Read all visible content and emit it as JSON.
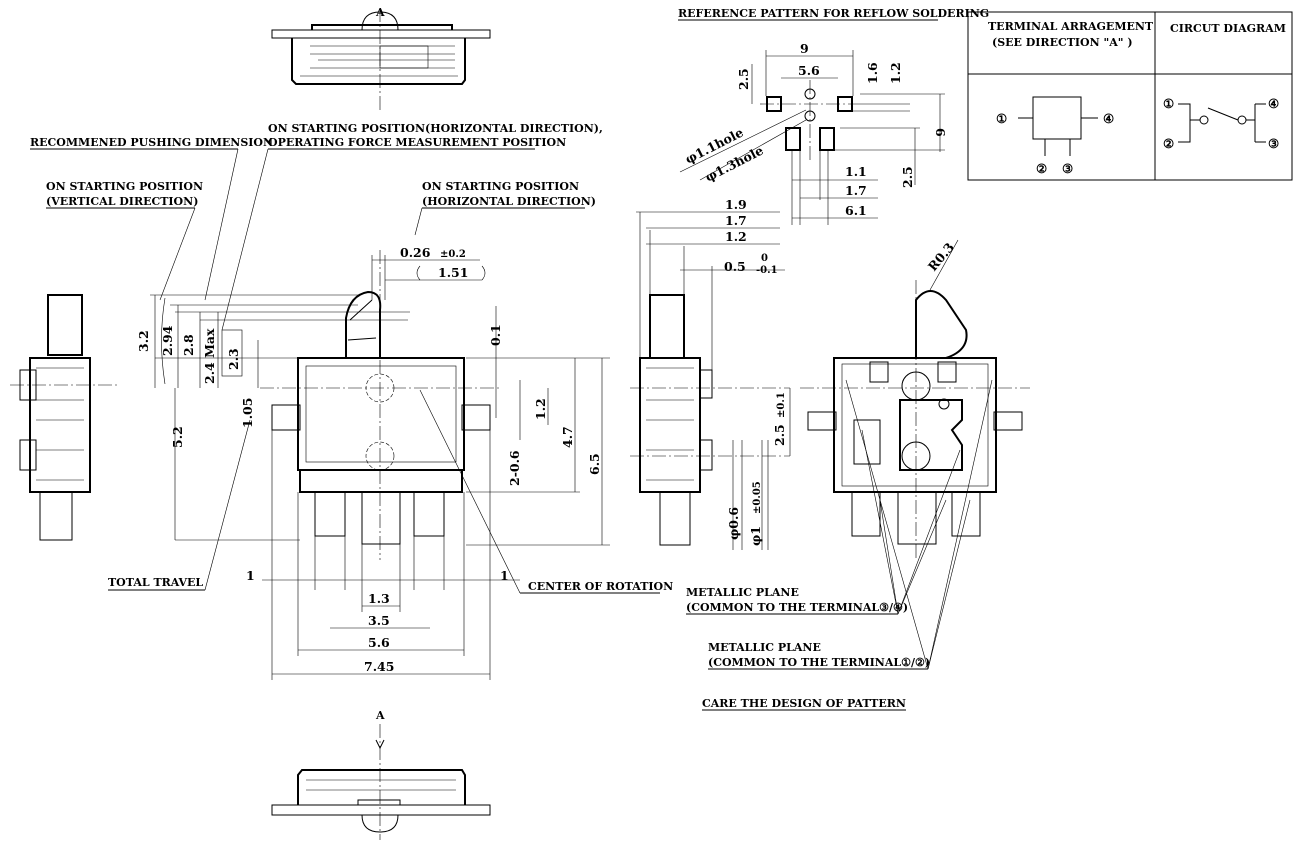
{
  "labels": {
    "reference_pattern": "REFERENCE PATTERN FOR REFLOW SOLDERING",
    "terminal_arrangement_1": "TERMINAL ARRAGEMENT",
    "terminal_arrangement_2": "(SEE DIRECTION \"A\" )",
    "circuit_diagram": "CIRCUT DIAGRAM",
    "recommended_pushing": "RECOMMENED PUSHING DIMENSION",
    "start_horiz_force_1": "ON STARTING POSITION(HORIZONTAL DIRECTION),",
    "start_horiz_force_2": "OPERATING FORCE MEASUREMENT POSITION",
    "start_vertical_1": "ON STARTING POSITION",
    "start_vertical_2": "(VERTICAL DIRECTION)",
    "start_horizontal_1": "ON STARTING POSITION",
    "start_horizontal_2": "(HORIZONTAL DIRECTION)",
    "total_travel": "TOTAL TRAVEL",
    "center_of_rotation": "CENTER OF ROTATION",
    "metallic_34_1": "METALLIC PLANE",
    "metallic_34_2": "(COMMON TO THE TERMINAL③/④)",
    "metallic_12_1": "METALLIC PLANE",
    "metallic_12_2": "(COMMON TO THE TERMINAL①/②)",
    "care_design": "CARE THE DESIGN OF PATTERN",
    "hole_11": "φ1.1hole",
    "hole_13": "φ1.3hole",
    "view_a_top": "A",
    "view_a_bottom": "A"
  },
  "terminals": {
    "t1": "①",
    "t2": "②",
    "t3": "③",
    "t4": "④"
  },
  "dims": {
    "d_9": "9",
    "d_5_6_top": "5.6",
    "d_2_5_top": "2.5",
    "d_1_6": "1.6",
    "d_1_2_top": "1.2",
    "d_6": "6",
    "d_2_5_side": "2.5",
    "d_1_1": "1.1",
    "d_1_7_pad": "1.7",
    "d_6_1": "6.1",
    "d_1_9": "1.9",
    "d_1_7": "1.7",
    "d_1_2_side": "1.2",
    "d_0_5": "0.5",
    "d_0_5_tol_upper": "0",
    "d_0_5_tol_lower": "-0.1",
    "d_0_26": "0.26",
    "d_0_26_tol": "±0.2",
    "d_1_51": "1.51",
    "d_3_2": "3.2",
    "d_2_94": "2.94",
    "d_2_8": "2.8",
    "d_2_4max": "2.4 Max",
    "d_2_3": "2.3",
    "d_0_1": "0.1",
    "d_1_05": "1.05",
    "d_5_2": "5.2",
    "d_1_2_front": "1.2",
    "d_2_0_6": "2-0.6",
    "d_4_7": "4.7",
    "d_6_5": "6.5",
    "d_1_left": "1",
    "d_1_right": "1",
    "d_1_3": "1.3",
    "d_3_5": "3.5",
    "d_5_6": "5.6",
    "d_7_45": "7.45",
    "d_2_5_tol": "2.5",
    "d_2_5_tol_val": "±0.1",
    "d_phi_0_6": "φ0.6",
    "d_phi_1": "φ1",
    "d_phi_1_tol": "±0.05",
    "d_r0_3": "R0.3"
  }
}
